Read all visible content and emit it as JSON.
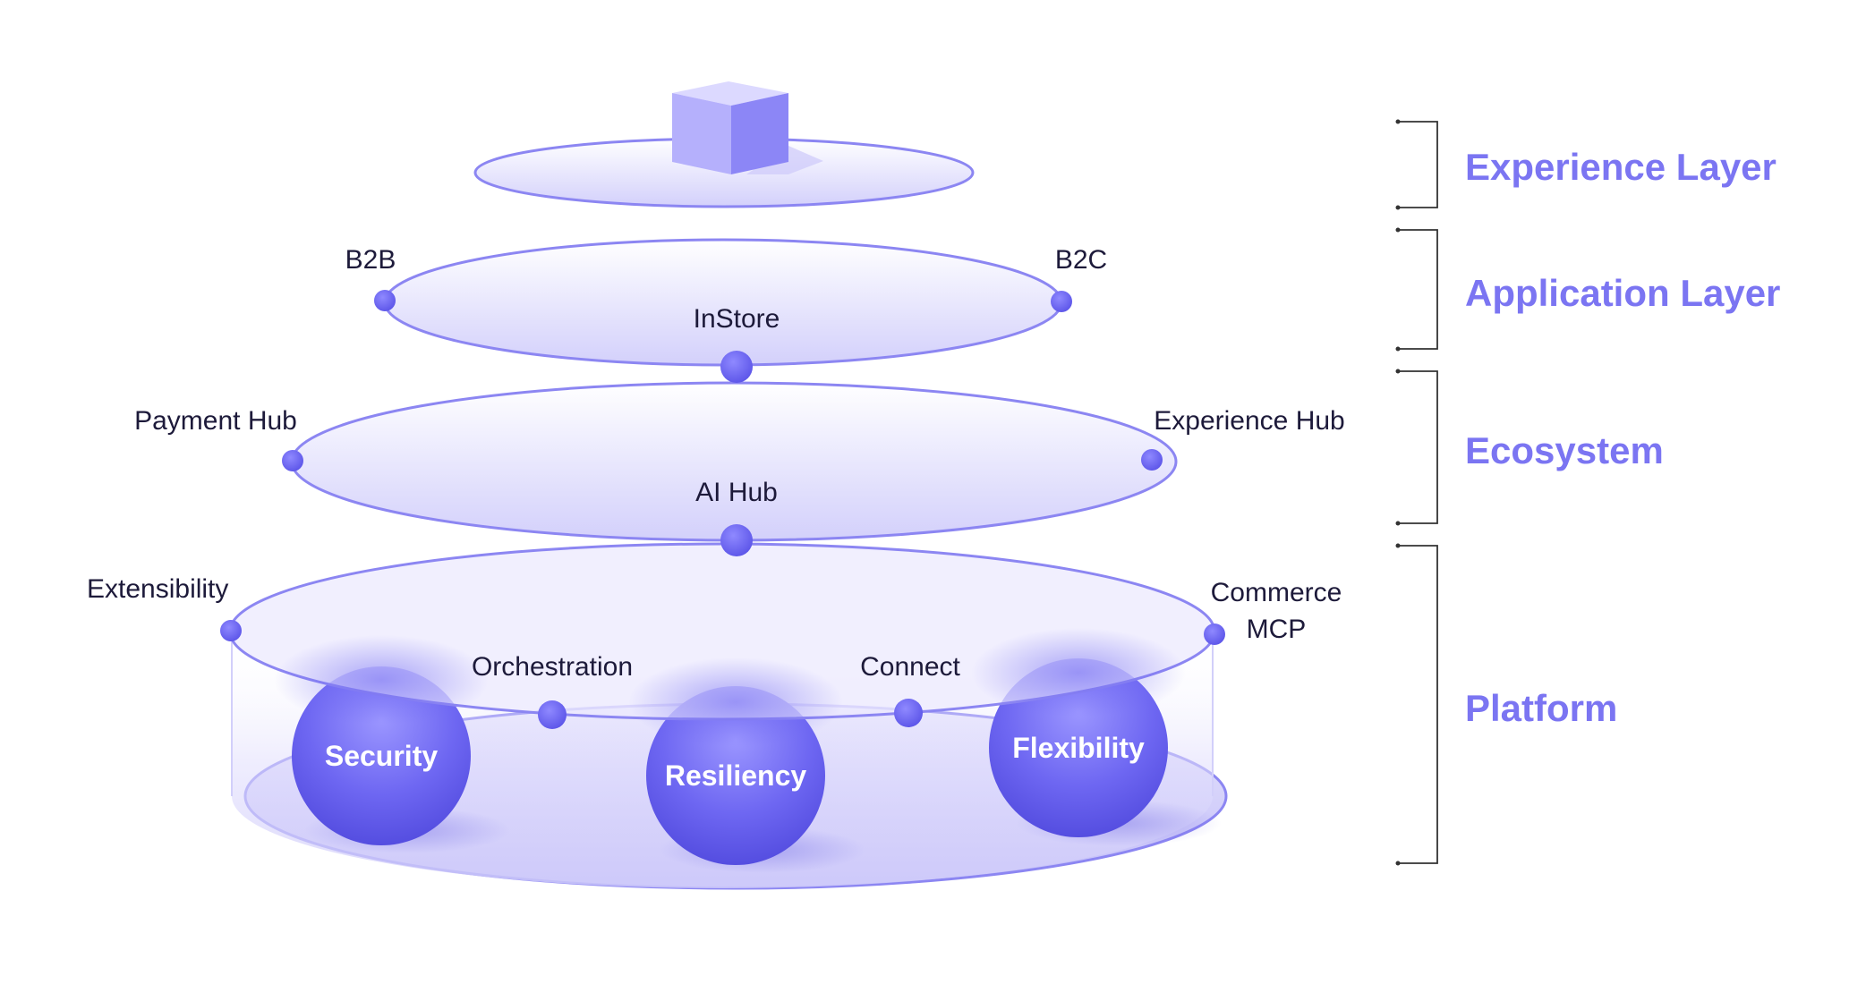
{
  "colors": {
    "accent": "#6a63ef",
    "node": "#6a63ef",
    "disc_stroke": "#8c86f2",
    "layer_text": "#7b75f2",
    "label_text": "#1d1a3a",
    "bracket": "#333333"
  },
  "tiers": {
    "experience": {
      "icon": "cube-icon"
    },
    "application": {
      "left": "B2B",
      "right": "B2C",
      "center": "InStore"
    },
    "ecosystem": {
      "left": "Payment Hub",
      "right": "Experience Hub",
      "center": "AI Hub"
    },
    "platform": {
      "left": "Extensibility",
      "right_line1": "Commerce",
      "right_line2": "MCP",
      "inner_left": "Orchestration",
      "inner_right": "Connect",
      "spheres": [
        "Security",
        "Resiliency",
        "Flexibility"
      ]
    }
  },
  "layers": [
    "Experience Layer",
    "Application Layer",
    "Ecosystem",
    "Platform"
  ]
}
